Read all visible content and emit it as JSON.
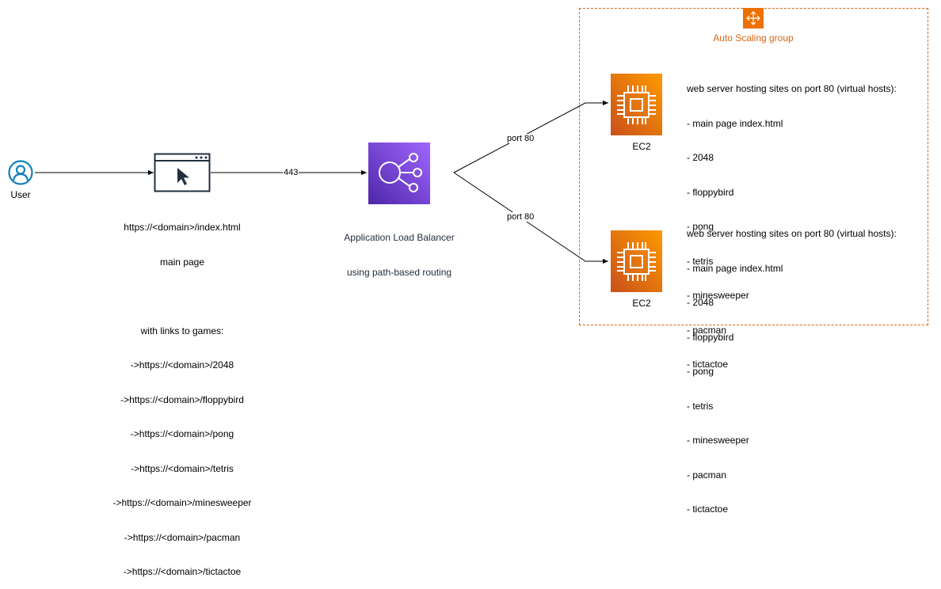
{
  "user": {
    "label": "User"
  },
  "browser": {
    "url_line": "https://<domain>/index.html",
    "title_line": "main page",
    "links_header": "with links to games:",
    "links": [
      "->https://<domain>/2048",
      "->https://<domain>/floppybird",
      "->https://<domain>/pong",
      "->https://<domain>/tetris",
      "->https://<domain>/minesweeper",
      "->https://<domain>/pacman",
      "->https://<domain>/tictactoe"
    ]
  },
  "edges": {
    "user_to_alb": "443",
    "alb_to_ec2_top": "port 80",
    "alb_to_ec2_bottom": "port 80"
  },
  "alb": {
    "line1": "Application Load Balancer",
    "line2": "using path-based routing"
  },
  "asg": {
    "label": "Auto Scaling group"
  },
  "ec2_top": {
    "label": "EC2",
    "header": "web server hosting sites on port 80 (virtual hosts):",
    "sites": [
      "- main page index.html",
      "- 2048",
      "- floppybird",
      "- pong",
      "- tetris",
      "- minesweeper",
      "- pacman",
      "- tictactoe"
    ]
  },
  "ec2_bottom": {
    "label": "EC2",
    "header": "web server hosting sites on port 80 (virtual hosts):",
    "sites": [
      "- main page index.html",
      "- 2048",
      "- floppybird",
      "- pong",
      "- tetris",
      "- minesweeper",
      "- pacman",
      "- tictactoe"
    ]
  },
  "colors": {
    "user": "#147EBA",
    "alb": "#8C4FFF",
    "ec2": "#ED7100",
    "asg": "#D86613",
    "browser": "#232F3E"
  }
}
